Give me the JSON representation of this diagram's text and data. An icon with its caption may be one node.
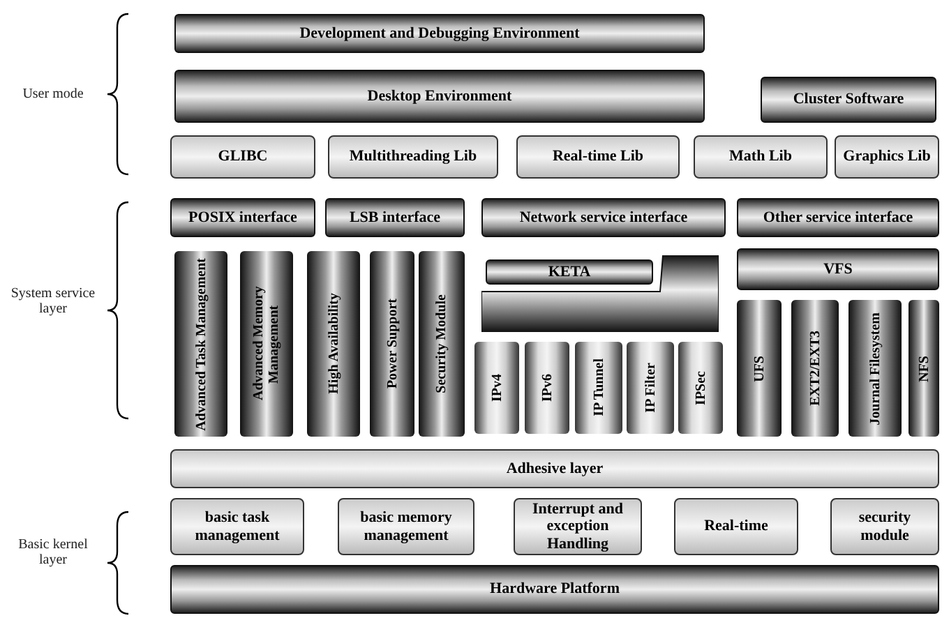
{
  "diagram": {
    "nodes": [
      {
        "text": [
          "Development and Debugging Environment"
        ]
      },
      {
        "text": [
          "Desktop Environment"
        ]
      },
      {
        "text": [
          "Cluster Software"
        ]
      },
      {
        "text": [
          "GLIBC"
        ]
      },
      {
        "text": [
          "Multithreading Lib"
        ]
      },
      {
        "text": [
          "Real-time Lib"
        ]
      },
      {
        "text": [
          "Math Lib"
        ]
      },
      {
        "text": [
          "Graphics Lib"
        ]
      },
      {
        "text": [
          "POSIX interface"
        ]
      },
      {
        "text": [
          "LSB interface"
        ]
      },
      {
        "text": [
          "Network service interface"
        ]
      },
      {
        "text": [
          "Other service interface"
        ]
      },
      {
        "text": [
          "Advanced Task Management"
        ]
      },
      {
        "text": [
          "Advanced Memory Management"
        ]
      },
      {
        "text": [
          "High Availability"
        ]
      },
      {
        "text": [
          "Power Support"
        ]
      },
      {
        "text": [
          "Security Module"
        ]
      },
      {
        "text": [
          "KETA"
        ]
      },
      {
        "text": [],
        "shape": "box"
      },
      {
        "text": [
          "VFS"
        ]
      },
      {
        "text": [
          "IPv4"
        ]
      },
      {
        "text": [
          "IPv6"
        ]
      },
      {
        "text": [
          "IP Tunnel"
        ]
      },
      {
        "text": [
          "IP Filter"
        ]
      },
      {
        "text": [
          "IPSec"
        ]
      },
      {
        "text": [
          "UFS"
        ]
      },
      {
        "text": [
          "EXT2/EXT3"
        ]
      },
      {
        "text": [
          "Journal Filesystem"
        ]
      },
      {
        "text": [
          "NFS"
        ]
      },
      {
        "text": [
          "Adhesive layer"
        ]
      },
      {
        "text": [
          "basic task management"
        ]
      },
      {
        "text": [
          "basic memory management"
        ]
      },
      {
        "text": [
          "Interrupt and exception Handling"
        ]
      },
      {
        "text": [
          "Real-time"
        ]
      },
      {
        "text": [
          "security module"
        ]
      },
      {
        "text": [
          "Hardware Platform"
        ]
      }
    ],
    "labels": [
      "User mode",
      "System service layer",
      "Basic kernel layer"
    ]
  }
}
